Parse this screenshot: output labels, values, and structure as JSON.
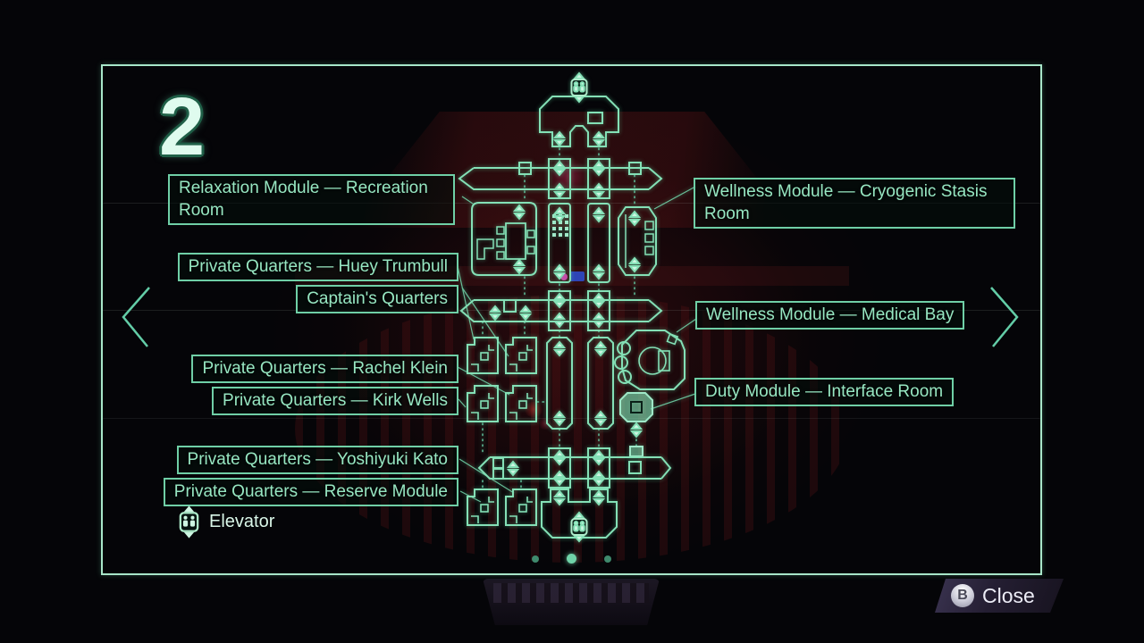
{
  "screen": {
    "type": "ship-map",
    "floor_number": "2"
  },
  "map": {
    "room_labels": [
      {
        "id": "recreation",
        "text": "Relaxation Module — Recreation Room",
        "side": "left"
      },
      {
        "id": "huey",
        "text": "Private Quarters — Huey Trumbull",
        "side": "left"
      },
      {
        "id": "captain",
        "text": "Captain's Quarters",
        "side": "left"
      },
      {
        "id": "rachel",
        "text": "Private Quarters — Rachel Klein",
        "side": "left"
      },
      {
        "id": "kirk",
        "text": "Private Quarters — Kirk Wells",
        "side": "left"
      },
      {
        "id": "yoshiyuki",
        "text": "Private Quarters — Yoshiyuki Kato",
        "side": "left"
      },
      {
        "id": "reserve",
        "text": "Private Quarters — Reserve Module",
        "side": "left"
      },
      {
        "id": "cryo",
        "text": "Wellness Module — Cryogenic Stasis Room",
        "side": "right"
      },
      {
        "id": "medical",
        "text": "Wellness Module — Medical Bay",
        "side": "right"
      },
      {
        "id": "duty",
        "text": "Duty Module — Interface Room",
        "side": "right"
      }
    ],
    "legend": {
      "elevator_label": "Elevator",
      "elevator_icon": "elevator-icon"
    },
    "floor_dots": {
      "count": 3,
      "active_index": 1
    },
    "nav": {
      "prev_icon": "chevron-left-icon",
      "next_icon": "chevron-right-icon"
    }
  },
  "controls": {
    "close_key": "B",
    "close_label": "Close"
  },
  "colors": {
    "map_line": "#84e0b6",
    "frame": "#a8e6c9",
    "label_text": "#97e7c2",
    "label_border": "#6fcfa6",
    "background": "#050508",
    "close_band": "#2b2540",
    "duty_room_fill": "#86e0b6"
  }
}
